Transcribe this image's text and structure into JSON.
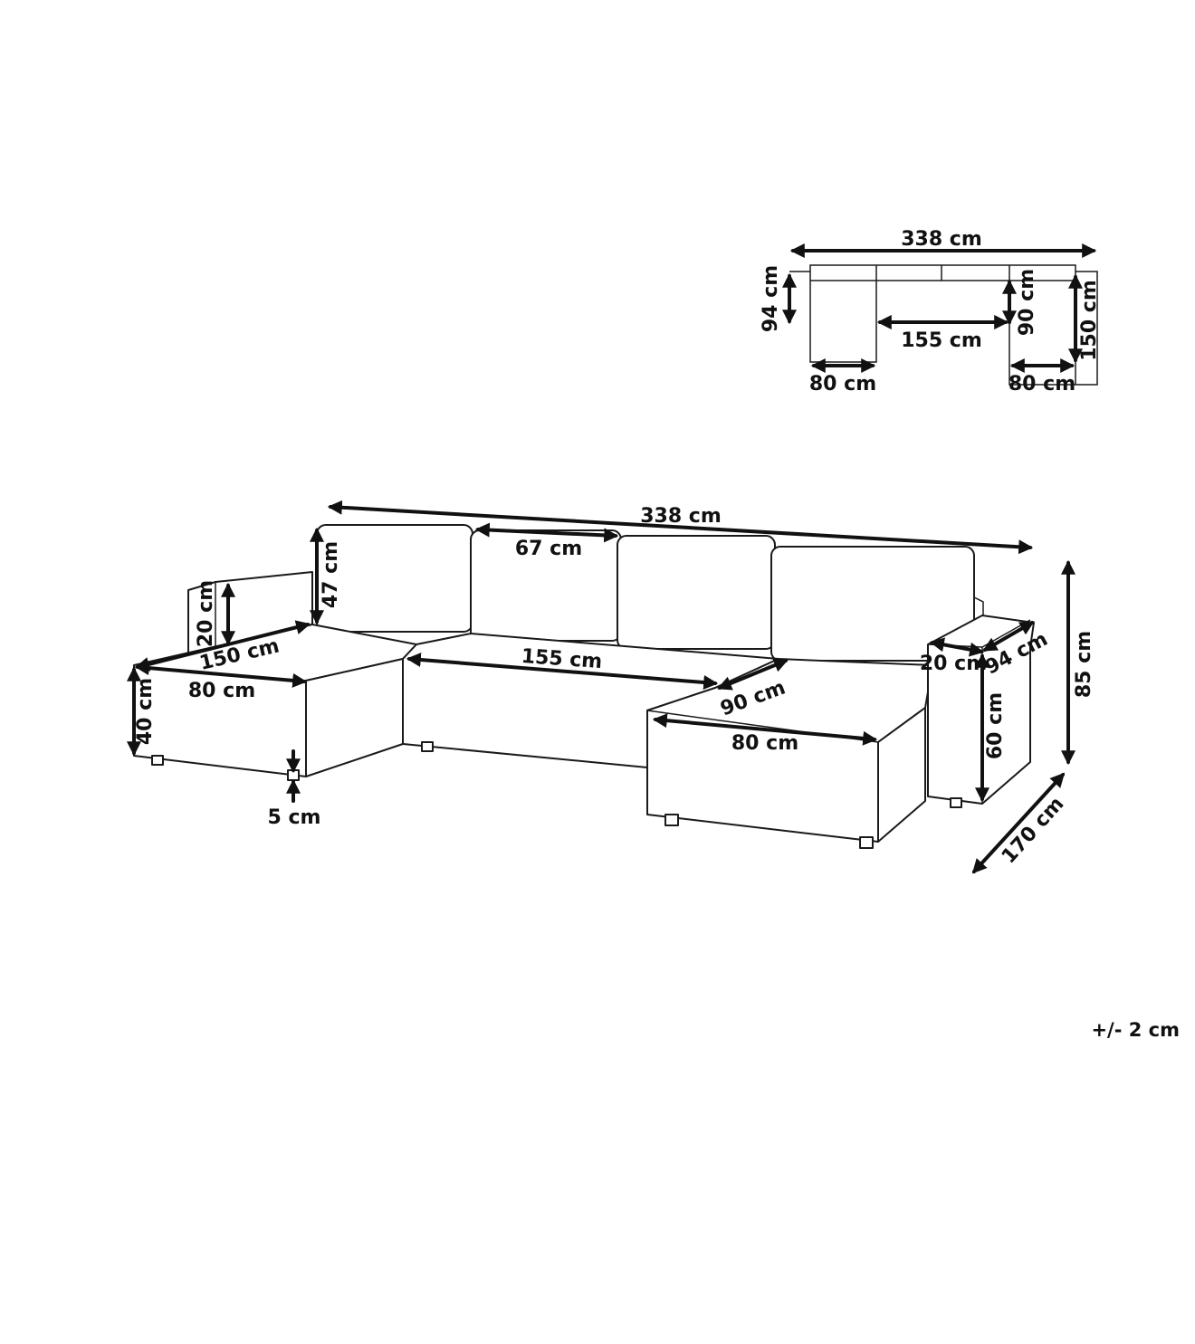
{
  "top_view": {
    "width": "338 cm",
    "depth_back": "94 cm",
    "center_width": "155 cm",
    "center_depth": "90 cm",
    "chaise_depth": "150 cm",
    "chaise_left_width": "80 cm",
    "chaise_right_width": "80 cm"
  },
  "perspective_view": {
    "total_width": "338 cm",
    "cushion_width": "67 cm",
    "backrest_height": "47 cm",
    "armrest_height": "20 cm",
    "chaise_length": "150 cm",
    "chaise_width_left": "80 cm",
    "seat_height": "40 cm",
    "leg_height": "5 cm",
    "seat_width": "155 cm",
    "seat_depth": "90 cm",
    "chaise_width_right": "80 cm",
    "armrest_width": "20 cm",
    "armrest_depth": "94 cm",
    "arm_height": "60 cm",
    "total_height": "85 cm",
    "total_depth": "170 cm"
  },
  "tolerance": "+/- 2 cm"
}
